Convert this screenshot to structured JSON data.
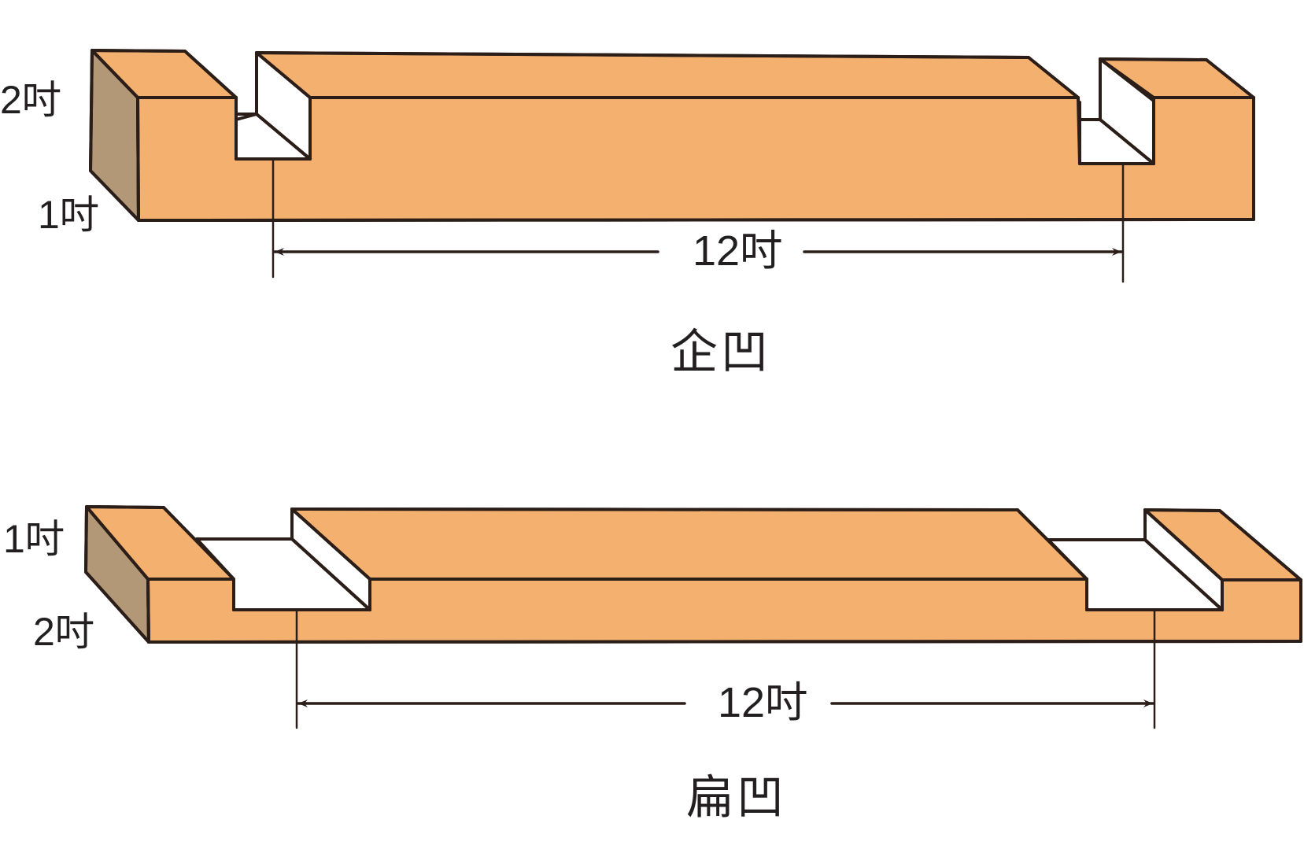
{
  "colors": {
    "wood_face": "#f4b06e",
    "wood_end_grain": "#b39878",
    "cut_white": "#ffffff",
    "outline": "#2b1d18",
    "text": "#231f20"
  },
  "diagrams": [
    {
      "name": "企凹",
      "title": "企凹",
      "dimensions": {
        "height_label": "2吋",
        "depth_label": "1吋",
        "span_label": "12吋"
      },
      "notch_style": "deep vertical notch"
    },
    {
      "name": "扁凹",
      "title": "扁凹",
      "dimensions": {
        "height_label": "1吋",
        "depth_label": "2吋",
        "span_label": "12吋"
      },
      "notch_style": "shallow wide notch"
    }
  ]
}
